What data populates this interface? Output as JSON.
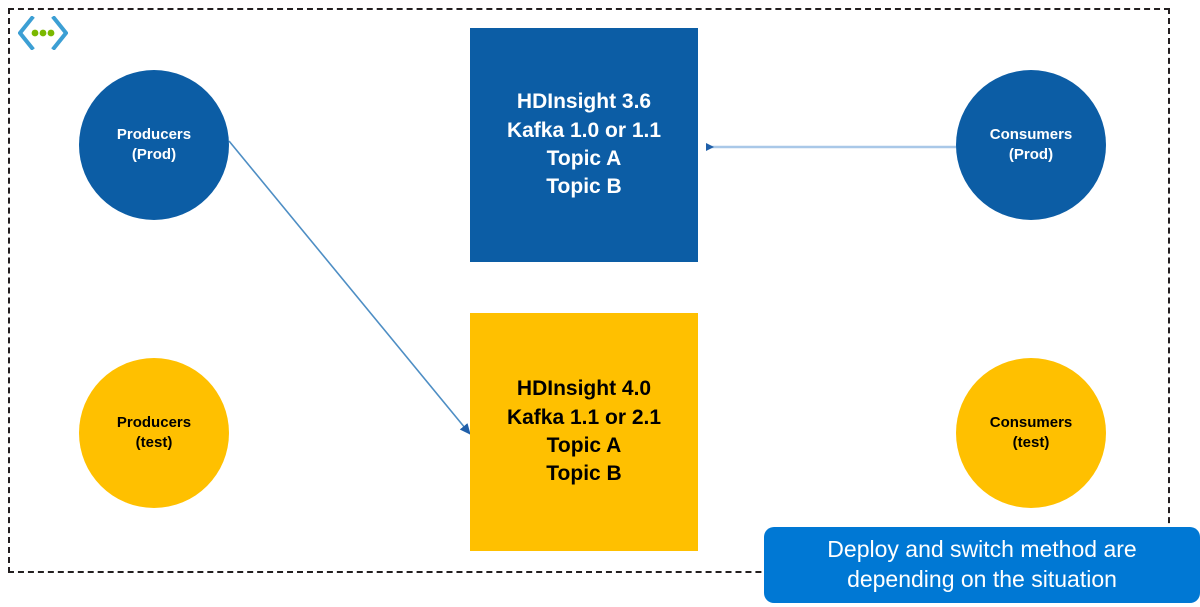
{
  "diagram": {
    "title_icon": "code-chevron-icon",
    "boundary": {
      "style": "dashed",
      "color": "#231f20"
    },
    "colors": {
      "prod_blue": "#0C5DA5",
      "test_orange": "#FFC000",
      "banner_blue": "#0078D4",
      "connector_blue": "#A9C8E8",
      "arrowhead_blue": "#1F5FA9",
      "icon_chevron": "#3C9FD4",
      "icon_dot": "#7AB800"
    },
    "nodes": {
      "producers_prod": {
        "line1": "Producers",
        "line2": "(Prod)"
      },
      "consumers_prod": {
        "line1": "Consumers",
        "line2": "(Prod)"
      },
      "producers_test": {
        "line1": "Producers",
        "line2": "(test)"
      },
      "consumers_test": {
        "line1": "Consumers",
        "line2": "(test)"
      },
      "cluster_prod": {
        "line1": "HDInsight 3.6",
        "line2": "Kafka 1.0 or 1.1",
        "line3": "Topic A",
        "line4": "Topic B"
      },
      "cluster_test": {
        "line1": "HDInsight 4.0",
        "line2": "Kafka 1.1 or 2.1",
        "line3": "Topic A",
        "line4": "Topic B"
      }
    },
    "banner": {
      "line1": "Deploy and switch method are",
      "line2": "depending on the situation"
    }
  }
}
